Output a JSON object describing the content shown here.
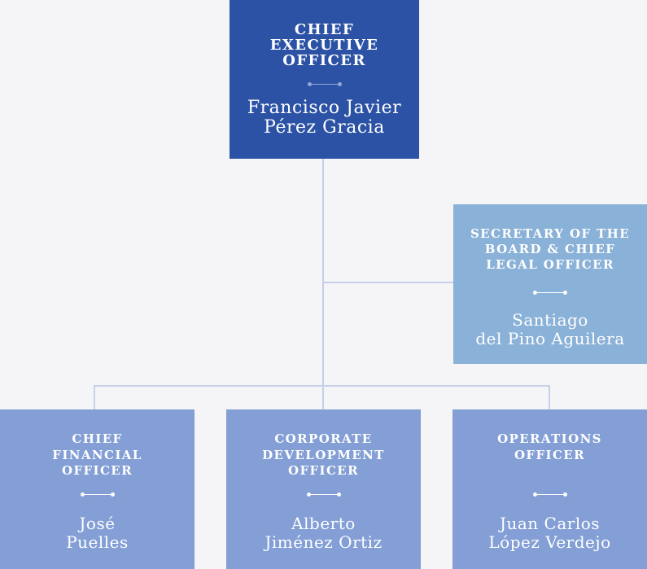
{
  "chart": {
    "type": "org_chart",
    "colors": {
      "background": "#f5f5f7",
      "ceo_box": "#2b52a4",
      "secretary_box": "#8ab1d7",
      "officer_box": "#839fd5",
      "connector": "#c6d0e8",
      "text": "#ffffff"
    },
    "nodes": {
      "ceo": {
        "title": "CHIEF\nEXECUTIVE\nOFFICER",
        "name": "Francisco Javier\nPérez Gracia"
      },
      "secretary": {
        "title": "SECRETARY OF THE\nBOARD & CHIEF\nLEGAL OFFICER",
        "name": "Santiago\ndel Pino Aguilera"
      },
      "cfo": {
        "title": "CHIEF\nFINANCIAL\nOFFICER",
        "name": "José\nPuelles"
      },
      "cdo": {
        "title": "CORPORATE\nDEVELOPMENT\nOFFICER",
        "name": "Alberto\nJiménez Ortiz"
      },
      "coo": {
        "title": "OPERATIONS\nOFFICER",
        "name": "Juan Carlos\nLópez Verdejo"
      }
    },
    "edges": [
      {
        "from": "ceo",
        "to": "secretary"
      },
      {
        "from": "ceo",
        "to": "cfo"
      },
      {
        "from": "ceo",
        "to": "cdo"
      },
      {
        "from": "ceo",
        "to": "coo"
      }
    ]
  }
}
